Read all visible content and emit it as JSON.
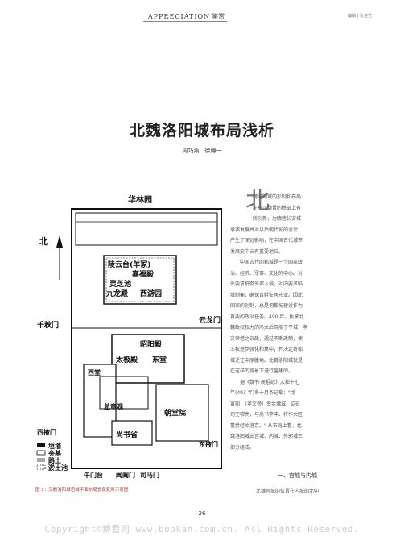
{
  "header": {
    "section_en": "APPRECIATION",
    "section_cn": "鉴赏",
    "right_label": "编辑 | 张佳艺"
  },
  "article": {
    "title": "北魏洛阳城布局浅析",
    "authors": "周巧燕　徐博一"
  },
  "figure": {
    "caption": "图 1：汉魏洛阳城宫城平面布局想象复原示意图",
    "labels": {
      "north": "北",
      "hualin": "华林园",
      "lingyuntai": "陵云台(羊冢)",
      "jiafu": "嘉福殿",
      "lingzhi": "灵芝池",
      "jiulong": "九龙殿",
      "xiyou": "西游园",
      "qianqiu": "千秋门",
      "yunlong": "云龙门",
      "zhaoyang": "昭阳殿",
      "taiji": "太极殿",
      "dongtang": "东堂",
      "xitang": "西堂",
      "zongzhang": "总章观",
      "chaotang": "朝堂院",
      "shangdong": "尚书省",
      "xiye": "西掖门",
      "dongye": "东掖门",
      "changhe": "午门台",
      "changhe2": "阊阖门",
      "simamen": "司马门",
      "legend_wall": "垣墙",
      "legend_hangtu": "夯基",
      "legend_road": "路土",
      "legend_yutu": "淤土池"
    }
  },
  "body": {
    "dropcap": "北",
    "lines": [
      "魏洛阳城的形制和布局",
      "在东汉魏晋的基础上有",
      "所创新，为隋唐长安城",
      "承袭发展并对以后朝代城的设计",
      "产生了深远影响，在中国古代城市",
      "发展史中占有重要地位。",
      "中国古代的都城是一个国家政",
      "治、经济、军事、文化的中心。对",
      "外要求抵御外部入侵，对内要求陷",
      "域制衡，确保百姓安居乐业。因此",
      "国家的创制，总是把都城建设作为",
      "首要的政治任务。490 年，执掌北",
      "魏政权权力的冯太后驾崩于平城，孝",
      "文帝借之亲政，通过不断改制，使",
      "王权逐步强化和集中，并决定将都",
      "城迁往中原腹地。北魏洛阳城就是",
      "在这样的背景下进行营建的。",
      "据《魏书·高祖纪》太和十七",
      "年(493 年)冬十月条记载：\"戊",
      "寅朔，（孝文帝）幸金墉城。诏征",
      "司空穆亮，与尚书李冲、将作大匠",
      "董爵经始洛京。\" 从布局上看，北",
      "魏洛阳城由宫城、内城、外郭城三",
      "部分组成。"
    ],
    "section_heading": "一、宫城与内城",
    "section_first_line": "北魏宫城的位置在内城的北中"
  },
  "page_number": "26",
  "copyright": "Copyright©博看网 www.bookan.com.cn. All Rights Reserved."
}
